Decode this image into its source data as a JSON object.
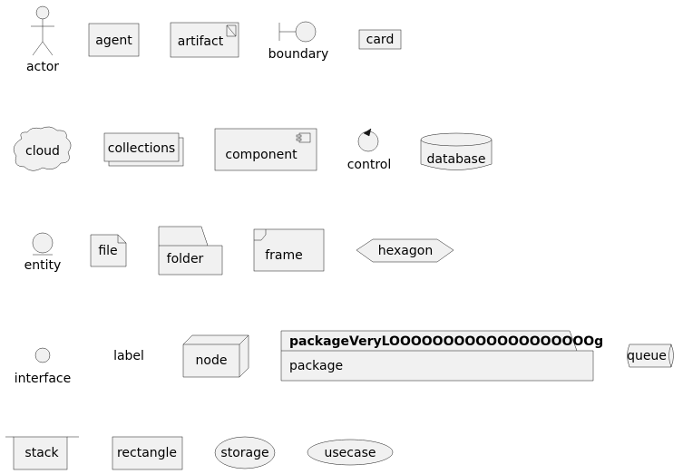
{
  "diagram": {
    "elements": {
      "actor": "actor",
      "agent": "agent",
      "artifact": "artifact",
      "boundary": "boundary",
      "card": "card",
      "cloud": "cloud",
      "collections": "collections",
      "component": "component",
      "control": "control",
      "database": "database",
      "entity": "entity",
      "file": "file",
      "folder": "folder",
      "frame": "frame",
      "hexagon": "hexagon",
      "interface": "interface",
      "label": "label",
      "node": "node",
      "package_title": "packageVeryLOOOOOOOOOOOOOOOOOOOg",
      "package_body": "package",
      "queue": "queue",
      "stack": "stack",
      "rectangle": "rectangle",
      "storage": "storage",
      "usecase": "usecase"
    }
  }
}
